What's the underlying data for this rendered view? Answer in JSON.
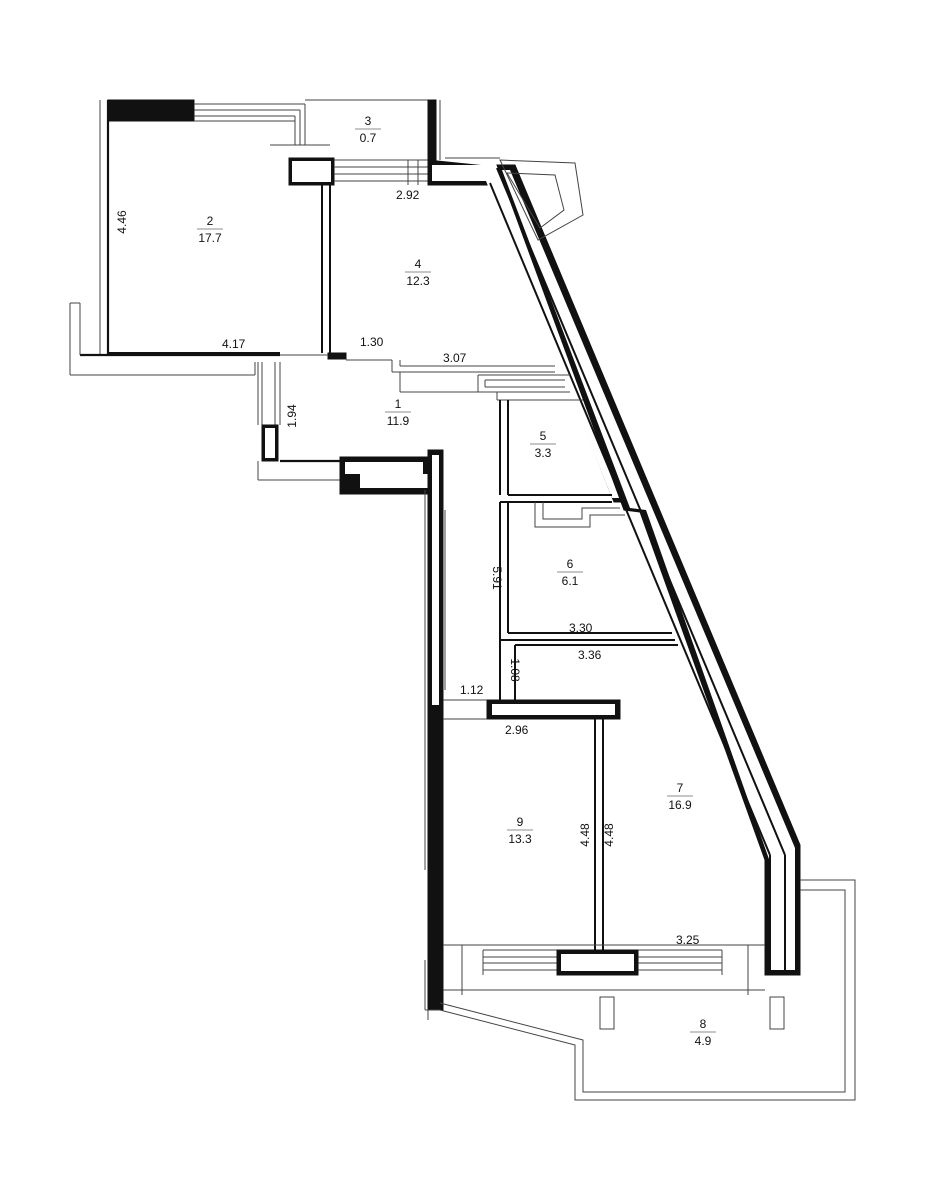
{
  "rooms": [
    {
      "number": "1",
      "area": "11.9"
    },
    {
      "number": "2",
      "area": "17.7"
    },
    {
      "number": "3",
      "area": "0.7"
    },
    {
      "number": "4",
      "area": "12.3"
    },
    {
      "number": "5",
      "area": "3.3"
    },
    {
      "number": "6",
      "area": "6.1"
    },
    {
      "number": "7",
      "area": "16.9"
    },
    {
      "number": "8",
      "area": "4.9"
    },
    {
      "number": "9",
      "area": "13.3"
    }
  ],
  "dimensions": {
    "d_446": "4.46",
    "d_417": "4.17",
    "d_292": "2.92",
    "d_130": "1.30",
    "d_307": "3.07",
    "d_194": "1.94",
    "d_591": "5.91",
    "d_330": "3.30",
    "d_336": "3.36",
    "d_108": "1.08",
    "d_112": "1.12",
    "d_296": "2.96",
    "d_448a": "4.48",
    "d_448b": "4.48",
    "d_325": "3.25"
  }
}
